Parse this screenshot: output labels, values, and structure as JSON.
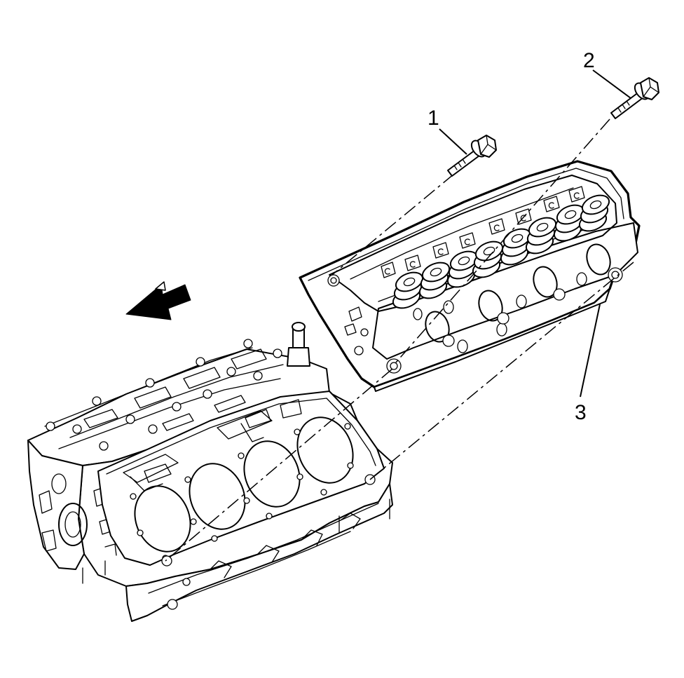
{
  "callouts": {
    "bolt_1": "1",
    "bolt_2": "2",
    "cylinder_head": "3"
  },
  "icons": {
    "direction": "arrow-icon"
  },
  "colors": {
    "ink": "#000000",
    "paper": "#ffffff"
  }
}
